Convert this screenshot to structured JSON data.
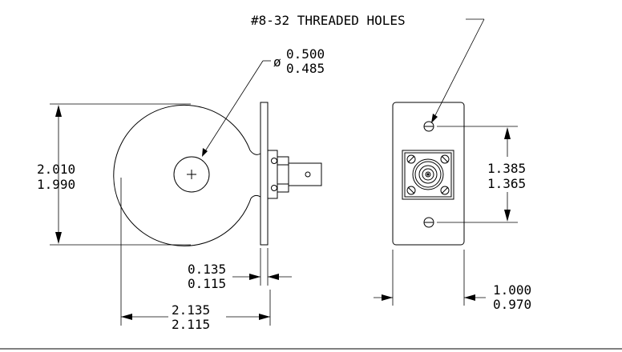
{
  "labels": {
    "threaded_holes": "#8-32 THREADED HOLES",
    "diameter_symbol": "ø",
    "hole_diameter_max": "0.500",
    "hole_diameter_min": "0.485",
    "height_max": "2.010",
    "height_min": "1.990",
    "flange_thickness_max": "0.135",
    "flange_thickness_min": "0.115",
    "overall_width_max": "2.135",
    "overall_width_min": "2.115",
    "hole_spacing_max": "1.385",
    "hole_spacing_min": "1.365",
    "plate_width_max": "1.000",
    "plate_width_min": "0.970"
  }
}
